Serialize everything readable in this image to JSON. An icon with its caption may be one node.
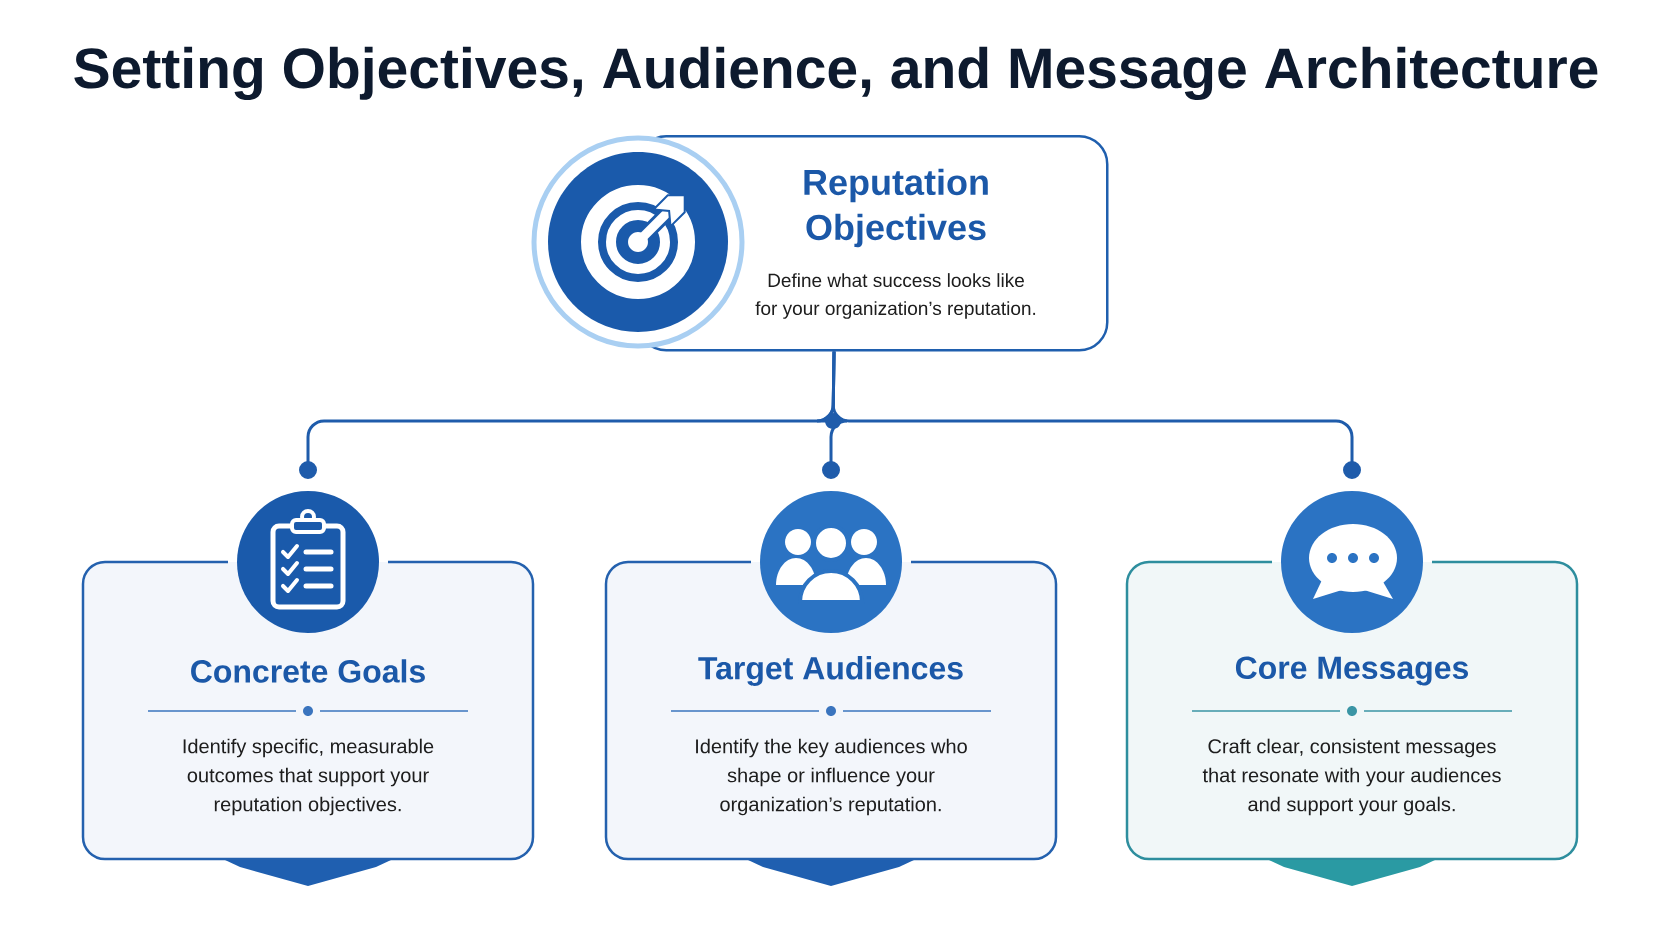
{
  "diagram": {
    "title": "Setting Objectives, Audience, and Message Architecture",
    "nodes": [
      {
        "text": [
          "Reputation Objectives",
          "Define what success looks like for your organization’s reputation."
        ]
      },
      {
        "text": [
          "Concrete Goals",
          "Identify specific, measurable outcomes that support your reputation objectives."
        ]
      },
      {
        "text": [
          "Target Audiences",
          "Identify the key audiences who shape or influence your organization’s reputation."
        ]
      },
      {
        "text": [
          "Core Messages",
          "Craft clear, consistent messages that resonate with your audiences and support your goals."
        ]
      }
    ],
    "edges": [
      {
        "from": 0,
        "to": 1,
        "arrow": "other"
      },
      {
        "from": 0,
        "to": 2,
        "arrow": "other"
      },
      {
        "from": 0,
        "to": 3,
        "arrow": "other"
      }
    ]
  }
}
